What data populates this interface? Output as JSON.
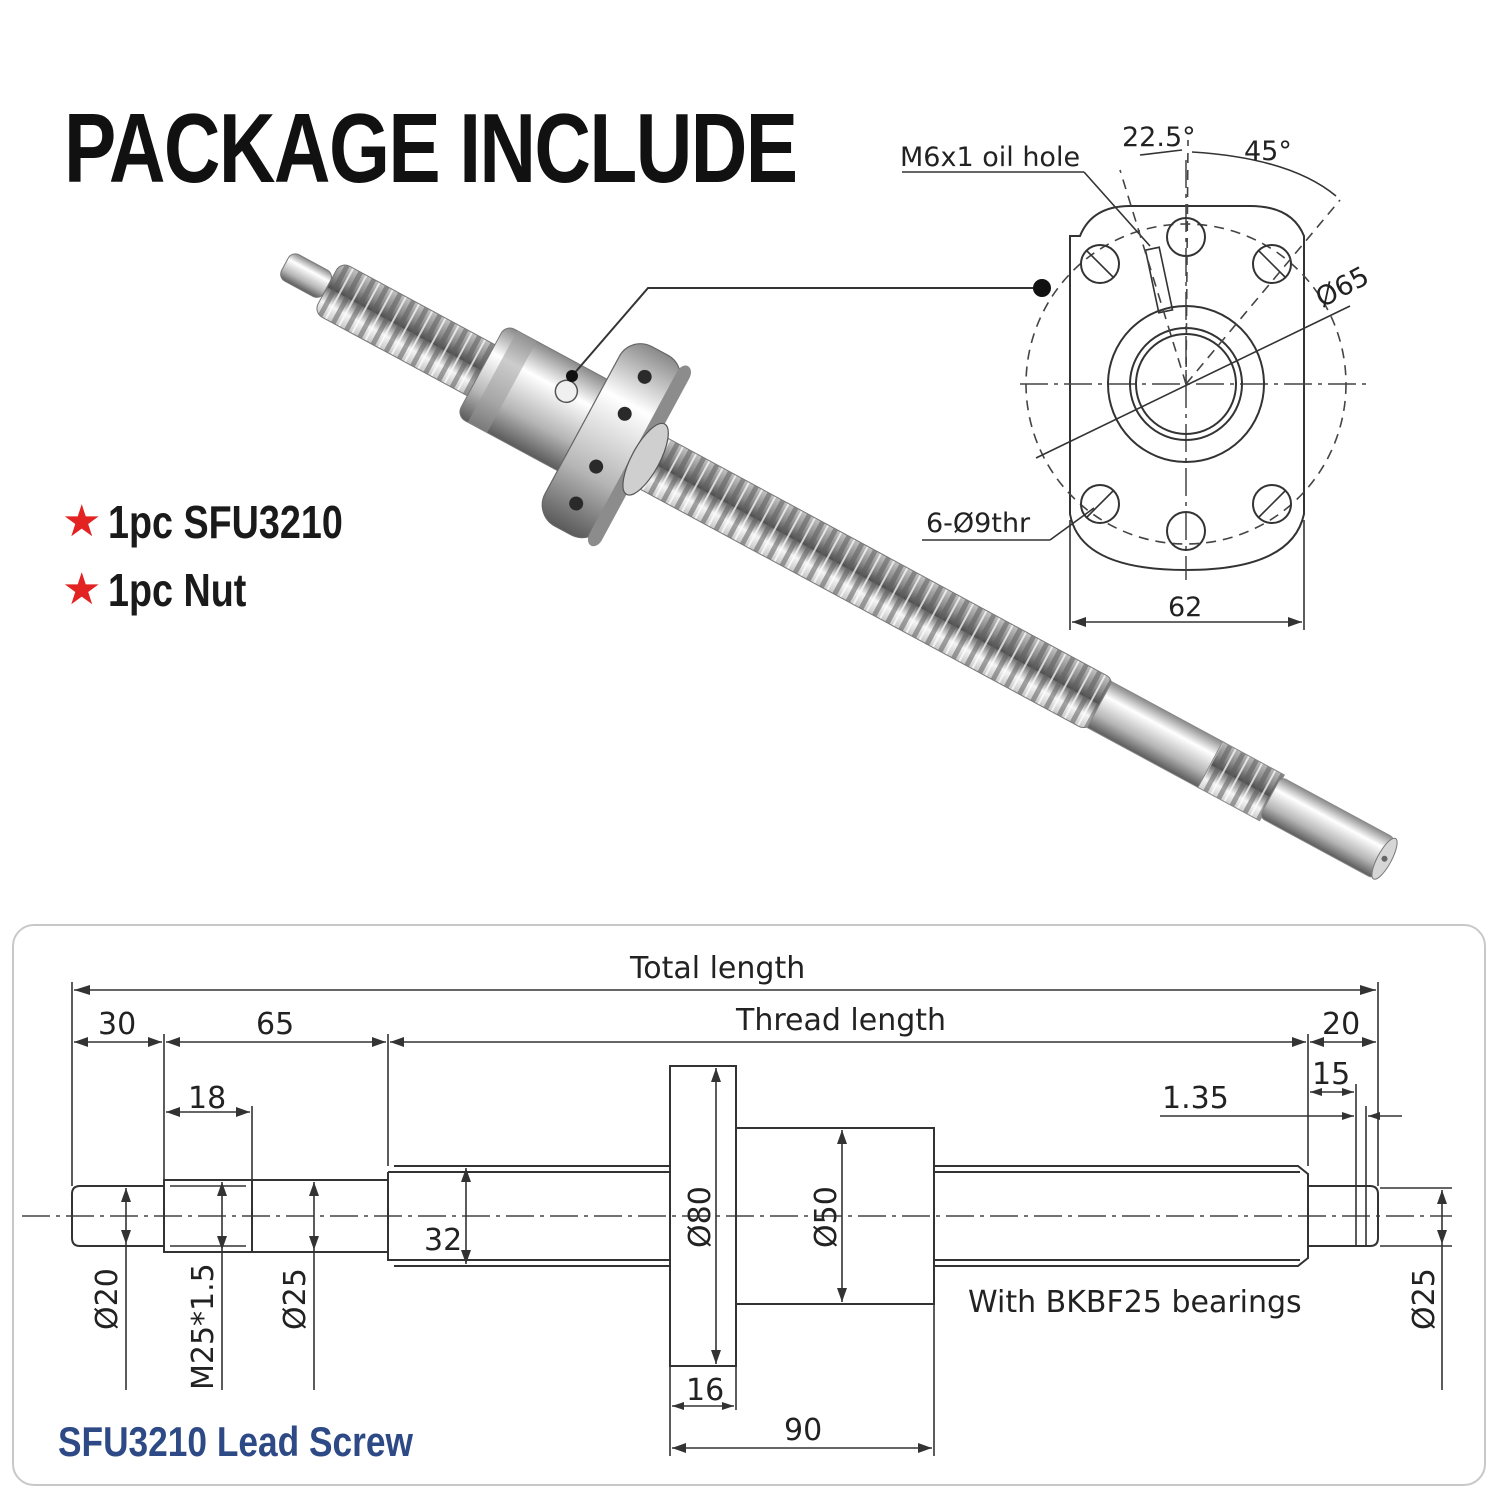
{
  "title": "PACKAGE INCLUDE",
  "package_items": [
    {
      "icon": "star-icon",
      "text": "1pc SFU3210"
    },
    {
      "icon": "star-icon",
      "text": "1pc Nut"
    }
  ],
  "flange": {
    "oil_hole": "M6x1 oil hole",
    "angle_1": "22.5°",
    "angle_2": "45°",
    "bolt_circle": "Ø65",
    "holes": "6-Ø9thr",
    "width": "62"
  },
  "shaft": {
    "total_length": "Total length",
    "thread_length": "Thread length",
    "end_left": "30",
    "section_65": "65",
    "thread_18": "18",
    "end_right": "20",
    "snap_15": "15",
    "groove": "1.35",
    "dia_20": "Ø20",
    "thread_spec": "M25*1.5",
    "dia_25_left": "Ø25",
    "screw_dia": "32",
    "flange_dia": "Ø80",
    "nut_dia": "Ø50",
    "flange_thick": "16",
    "nut_length": "90",
    "bearing_note": "With BKBF25 bearings",
    "dia_25_right": "Ø25"
  },
  "footer_title": "SFU3210 Lead Screw",
  "colors": {
    "accent_red": "#e32222",
    "footer_blue": "#2e4a86"
  }
}
